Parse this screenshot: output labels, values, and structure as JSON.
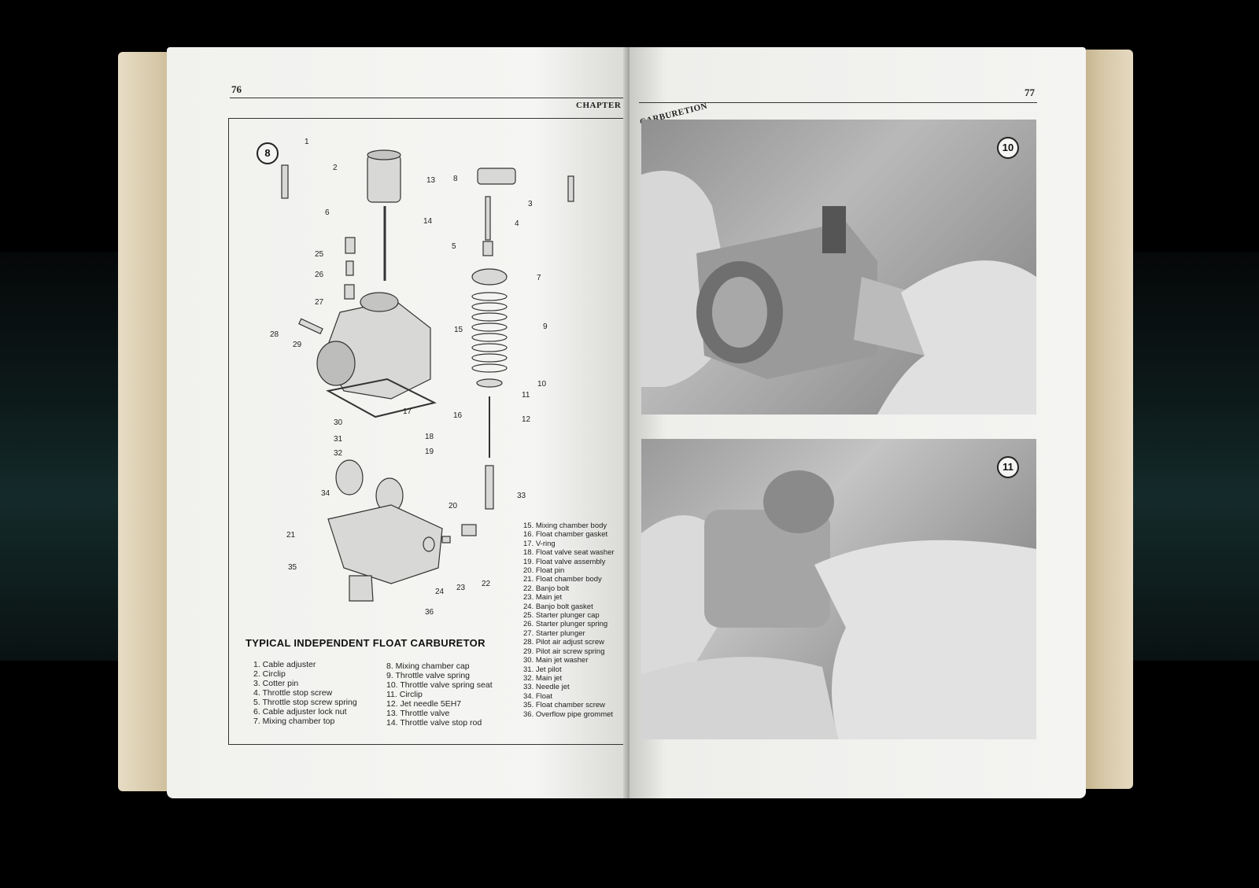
{
  "left_page": {
    "page_number": "76",
    "running_head": "CHAPTER FOUR",
    "figure": {
      "badge": "8",
      "title": "TYPICAL INDEPENDENT FLOAT CARBURETOR",
      "callouts": [
        "1",
        "2",
        "3",
        "4",
        "5",
        "6",
        "7",
        "8",
        "9",
        "10",
        "11",
        "12",
        "13",
        "14",
        "15",
        "16",
        "17",
        "18",
        "19",
        "20",
        "21",
        "22",
        "23",
        "24",
        "25",
        "26",
        "27",
        "28",
        "29",
        "30",
        "31",
        "32",
        "33",
        "34",
        "35",
        "36"
      ],
      "legend_col1": [
        "1.  Cable adjuster",
        "2.  Circlip",
        "3.  Cotter pin",
        "4.  Throttle stop screw",
        "5.  Throttle stop screw spring",
        "6.  Cable adjuster lock nut",
        "7.  Mixing chamber top"
      ],
      "legend_col2": [
        "8.  Mixing chamber cap",
        "9.  Throttle valve spring",
        "10.  Throttle valve spring seat",
        "11.  Circlip",
        "12.  Jet needle 5EH7",
        "13.  Throttle valve",
        "14.  Throttle valve stop rod"
      ],
      "legend_col3": [
        "15.  Mixing chamber body",
        "16.  Float chamber gasket",
        "17.  V-ring",
        "18.  Float valve seat washer",
        "19.  Float valve assembly",
        "20.  Float pin",
        "21.  Float chamber body",
        "22.  Banjo bolt",
        "23.  Main jet",
        "24.  Banjo bolt gasket",
        "25.  Starter plunger cap",
        "26.  Starter plunger spring",
        "27.  Starter plunger",
        "28.  Pilot air adjust screw",
        "29.  Pilot air screw spring",
        "30.  Main jet washer",
        "31.  Jet pilot",
        "32.  Main jet",
        "33.  Needle jet",
        "34.  Float",
        "35.  Float chamber screw",
        "36.  Overflow pipe grommet"
      ]
    }
  },
  "right_page": {
    "page_number": "77",
    "running_head": "CARBURETION",
    "photos": [
      {
        "badge": "10"
      },
      {
        "badge": "11"
      }
    ]
  }
}
